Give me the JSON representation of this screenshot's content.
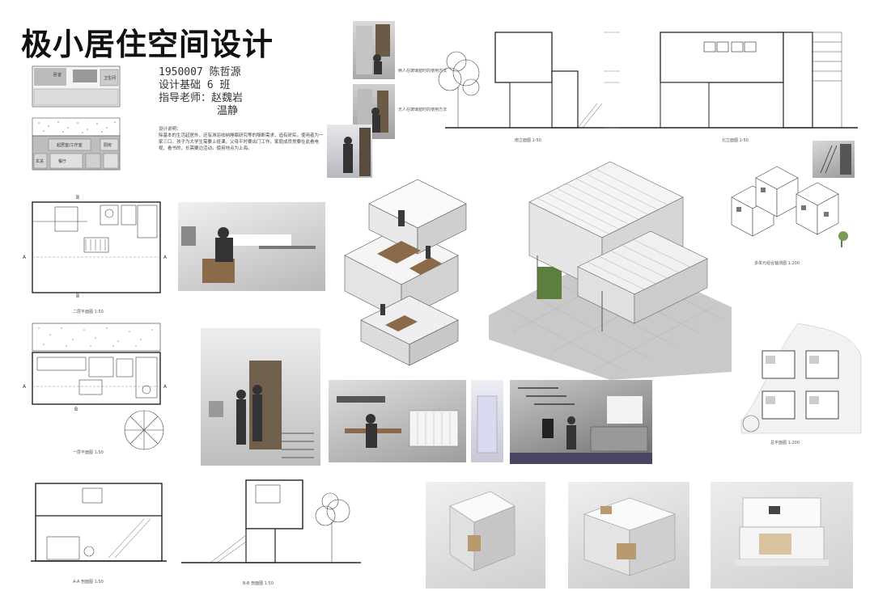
{
  "title": "极小居住空间设计",
  "info": {
    "student_line": "1950007  陈哲源",
    "class_line": "设计基础 6 班",
    "teacher_label": "指导老师：",
    "teacher_1": "赵魏岩",
    "teacher_2": "温静"
  },
  "description": {
    "heading": "设计说明：",
    "body": "除基本的生活起居外，还有淋浴收纳睡眠研究等的隔断需求，追有研实。使用者为一家三口，孩子为大学生需要上班课。父母平时要出门工作，家庭成员常要在此看电视、看书的，长需要边活动。使用地点为上海。"
  },
  "captions": {
    "plan_2f": "二层平面图 1:50",
    "plan_1f": "一层平面图 1:50",
    "section_aa": "A-A 剖面图 1:50",
    "section_bb": "B-B 剖面图 1:50",
    "elev_south": "南立面图 1:50",
    "elev_north": "北立面图 1:50",
    "cluster_axon": "多单元组合轴测图 1:200",
    "site_plan": "总平面图 1:200",
    "usage_1": "两人在玻璃窗时的使用方法",
    "usage_2": "无人在玻璃窗时的使用方法"
  },
  "plan_labels": {
    "room_1": "卧室",
    "room_2": "卫生间",
    "room_3": "起居室/工作室",
    "room_4": "厨房",
    "room_5": "玄关",
    "room_6": "餐厅"
  },
  "markers": {
    "a": "A",
    "b": "B"
  },
  "colors": {
    "accent_wood": "#8a6a48",
    "dark": "#2b2b2b",
    "grass": "#5d7f3d",
    "paving": "#c9c9c9"
  }
}
